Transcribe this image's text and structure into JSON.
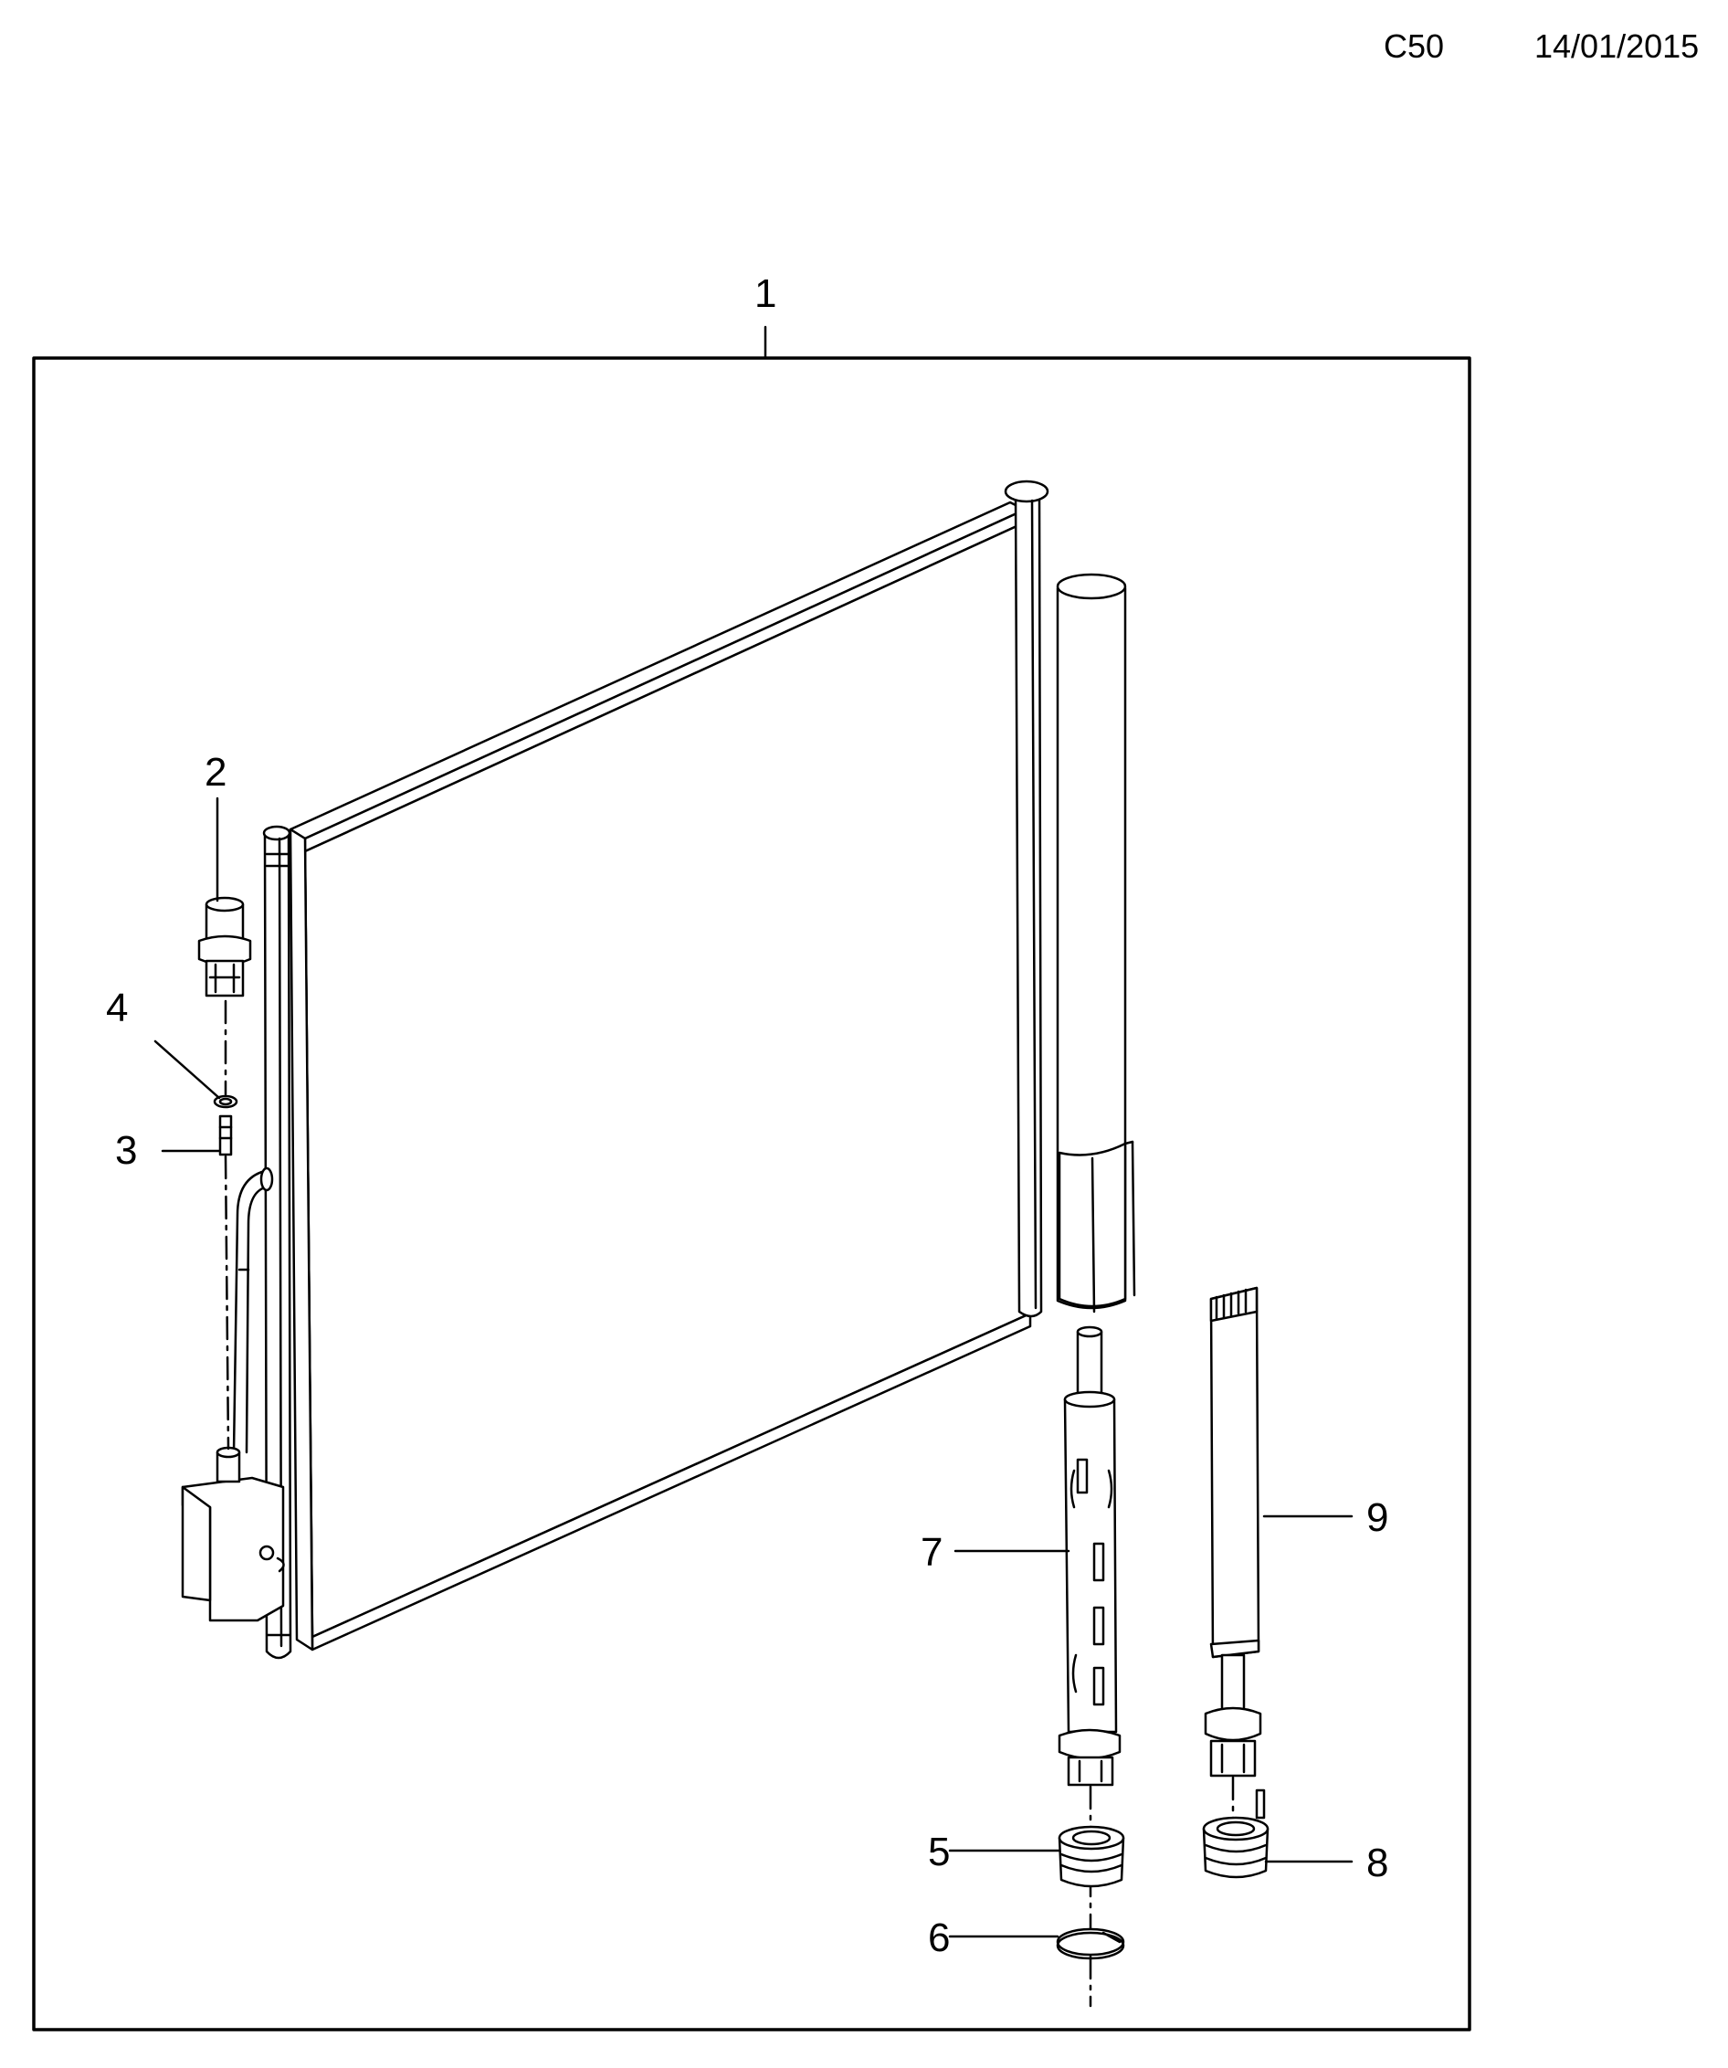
{
  "header": {
    "code": "C50",
    "date": "14/01/2015"
  },
  "callouts": [
    {
      "id": "c1",
      "label": "1"
    },
    {
      "id": "c2",
      "label": "2"
    },
    {
      "id": "c3",
      "label": "3"
    },
    {
      "id": "c4",
      "label": "4"
    },
    {
      "id": "c5",
      "label": "5"
    },
    {
      "id": "c6",
      "label": "6"
    },
    {
      "id": "c7",
      "label": "7"
    },
    {
      "id": "c8",
      "label": "8"
    },
    {
      "id": "c9",
      "label": "9"
    }
  ]
}
